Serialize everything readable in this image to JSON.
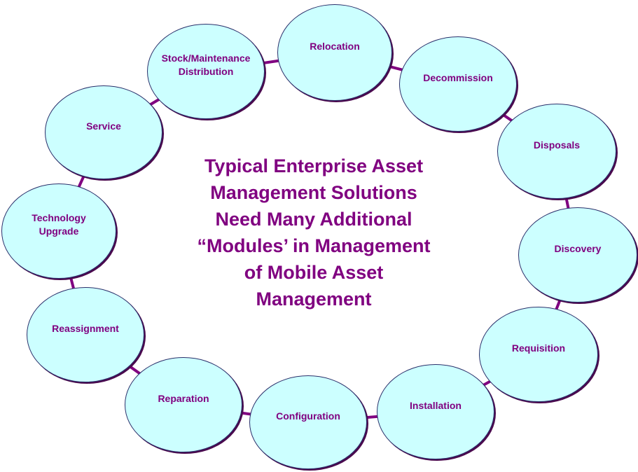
{
  "title": "Typical Enterprise Asset\nManagement Solutions\nNeed Many Additional\n“Modules’ in Management\nof Mobile Asset\nManagement",
  "modules": [
    "Relocation",
    "Decommission",
    "Disposals",
    "Discovery",
    "Requisition",
    "Installation",
    "Configuration",
    "Reparation",
    "Reassignment",
    "Technology\nUpgrade",
    "Service",
    "Stock/Maintenance\nDistribution"
  ],
  "colors": {
    "node_fill": "#ccffff",
    "text": "#800080",
    "connector": "#800080"
  }
}
